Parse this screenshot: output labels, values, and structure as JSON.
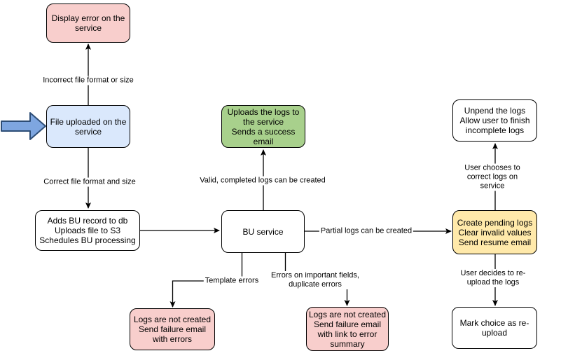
{
  "canvas": {
    "background": "#ffffff"
  },
  "pointer_arrow": {
    "fill": "#7ea6e0",
    "stroke": "#2d4d76"
  },
  "nodes": {
    "display_error": {
      "text": "Display error on the\nservice",
      "fill": "#f8cecc"
    },
    "file_uploaded": {
      "text": "File uploaded on the\nservice",
      "fill": "#dae8fc"
    },
    "adds_bu": {
      "text": "Adds BU record to db\nUploads file to S3\nSchedules BU processing",
      "fill": "#ffffff"
    },
    "uploads_logs": {
      "text": "Uploads the logs to\nthe service\nSends a success\nemail",
      "fill": "#a8d08c"
    },
    "bu_service": {
      "text": "BU service",
      "fill": "#ffffff"
    },
    "create_pending": {
      "text": "Create pending logs\nClear invalid values\nSend resume email",
      "fill": "#ffe9aa"
    },
    "unpend": {
      "text": "Unpend the logs\nAllow user to finish\nincomplete logs",
      "fill": "#ffffff"
    },
    "mark_choice": {
      "text": "Mark choice as re-\nupload",
      "fill": "#ffffff"
    },
    "logs_not_created_errors": {
      "text": "Logs are not created\nSend failure email\nwith errors",
      "fill": "#f8cecc"
    },
    "logs_not_created_summary": {
      "text": "Logs are not created\nSend failure email\nwith link to error\nsummary",
      "fill": "#f8cecc"
    }
  },
  "edge_labels": {
    "incorrect_format": "Incorrect file format or size",
    "correct_format": "Correct file format and size",
    "valid_logs": "Valid, completed logs can be created",
    "partial_logs": "Partial logs can be created",
    "user_chooses": "User chooses to correct logs on service",
    "user_decides": "User decides to re-upload the logs",
    "template_errors": "Template errors",
    "important_errors": "Errors on important fields,\nduplicate errors"
  }
}
